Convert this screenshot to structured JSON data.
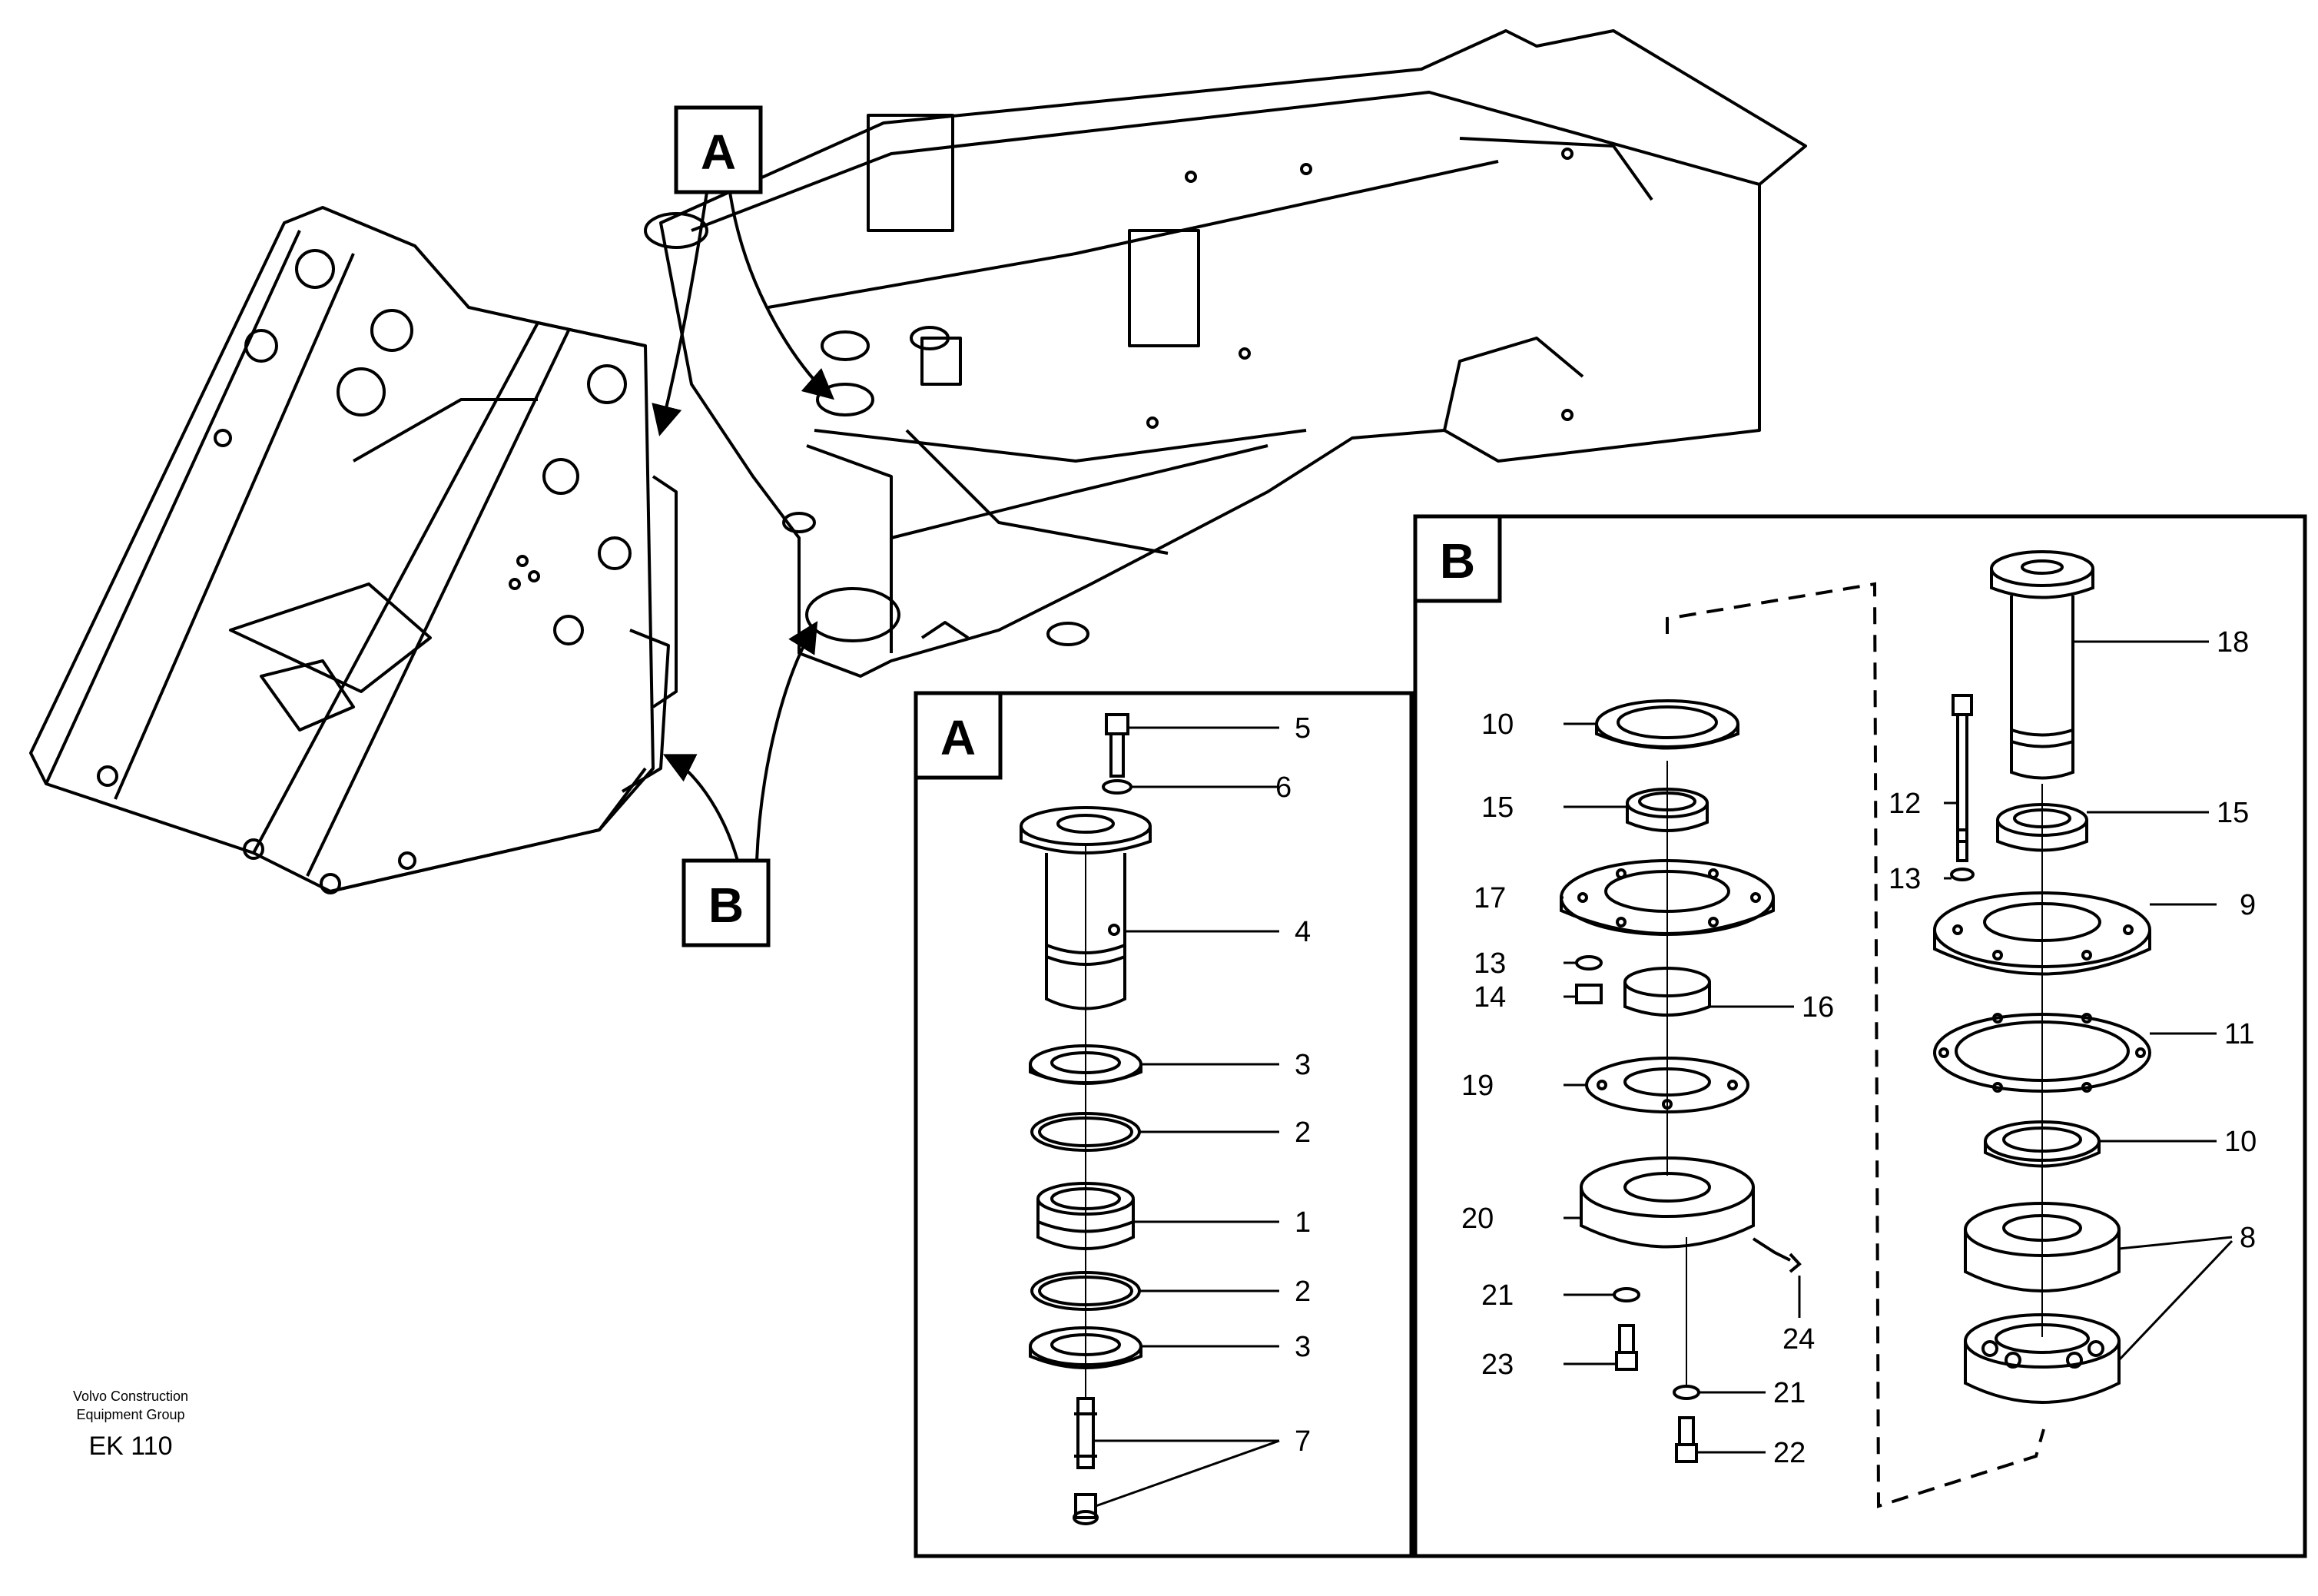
{
  "callouts": {
    "overview_a": "A",
    "overview_b": "B",
    "panel_a": "A",
    "panel_b": "B"
  },
  "labels_a": {
    "n5": "5",
    "n6": "6",
    "n4": "4",
    "n3a": "3",
    "n2a": "2",
    "n1": "1",
    "n2b": "2",
    "n3b": "3",
    "n7": "7"
  },
  "labels_b": {
    "n10a": "10",
    "n15a": "15",
    "n17": "17",
    "n13a": "13",
    "n14": "14",
    "n16": "16",
    "n19": "19",
    "n20": "20",
    "n21a": "21",
    "n24": "24",
    "n23": "23",
    "n21b": "21",
    "n22": "22",
    "n18": "18",
    "n12": "12",
    "n15b": "15",
    "n13b": "13",
    "n9": "9",
    "n11": "11",
    "n10b": "10",
    "n8": "8"
  },
  "footer": {
    "line1": "Volvo Construction",
    "line2": "Equipment Group",
    "code": "EK 110"
  }
}
